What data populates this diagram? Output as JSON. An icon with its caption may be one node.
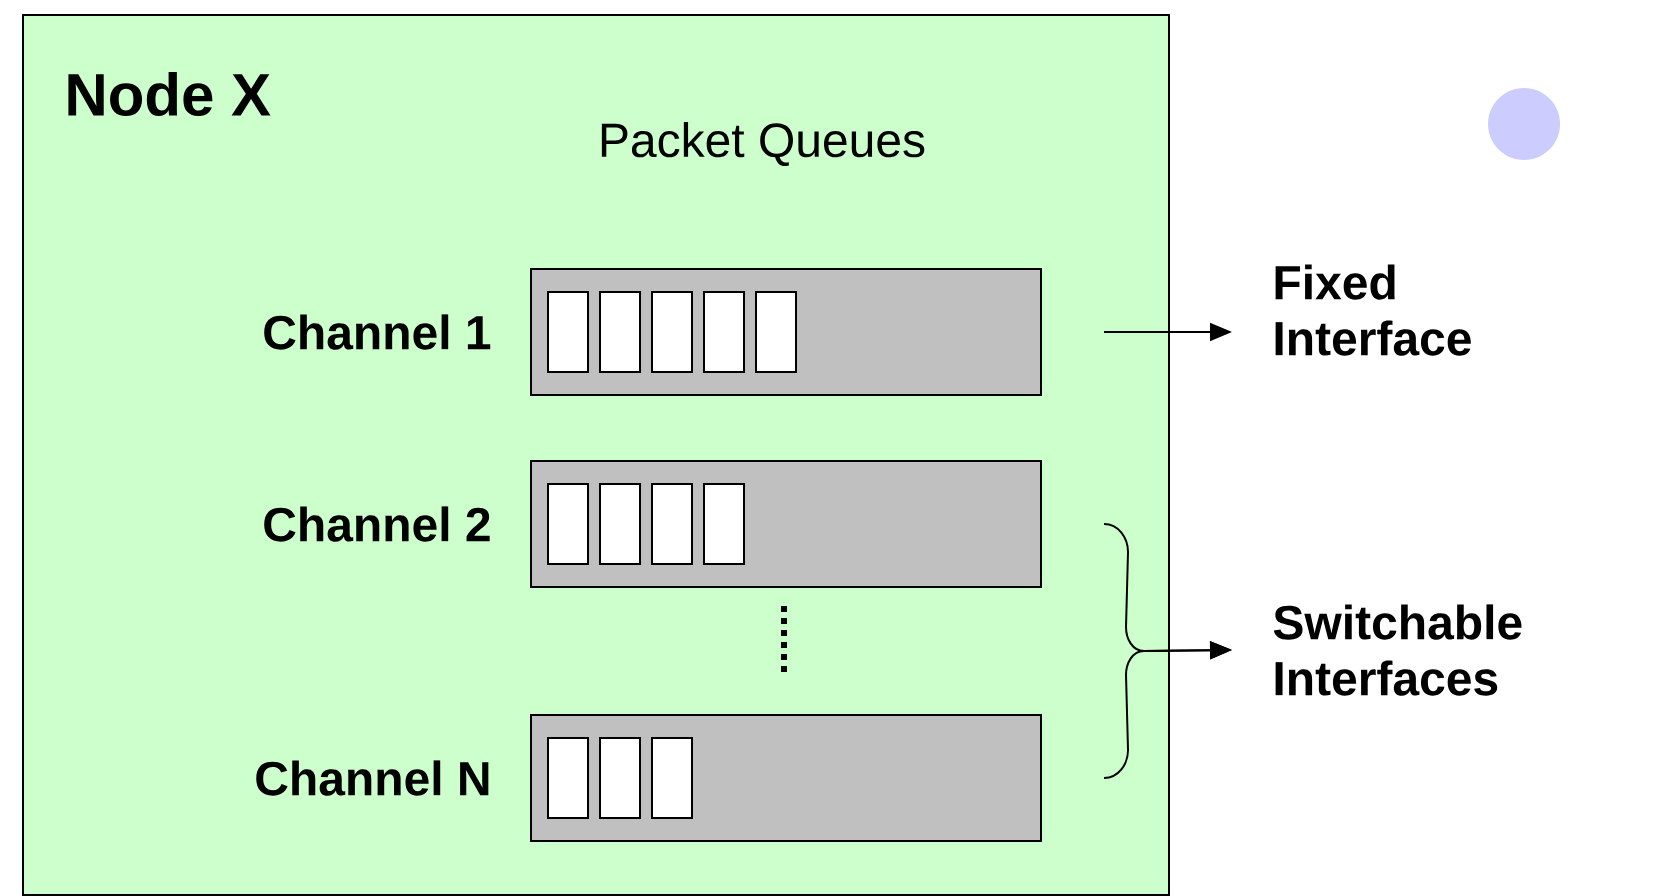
{
  "diagram": {
    "nodes": [
      {
        "text": [
          "Node X"
        ]
      },
      {
        "text": [],
        "shape": "bar",
        "in": 0,
        "beside": [
          "Channel 1"
        ]
      },
      {
        "text": [],
        "shape": "bar",
        "in": 0,
        "beside": [
          "Channel 2"
        ]
      },
      {
        "text": [],
        "shape": "bar",
        "in": 0,
        "beside": [
          "Channel N"
        ]
      },
      {
        "text": [
          "Fixed Interface"
        ]
      },
      {
        "text": [
          "Switchable Interfaces"
        ]
      }
    ],
    "edges": [
      {
        "from": 1,
        "to": 4,
        "arrow": "to"
      },
      {
        "from": 2,
        "to": 5,
        "arrow": "to"
      },
      {
        "from": 3,
        "to": 5,
        "arrow": "to"
      }
    ],
    "labels": [
      "Packet Queues"
    ]
  }
}
